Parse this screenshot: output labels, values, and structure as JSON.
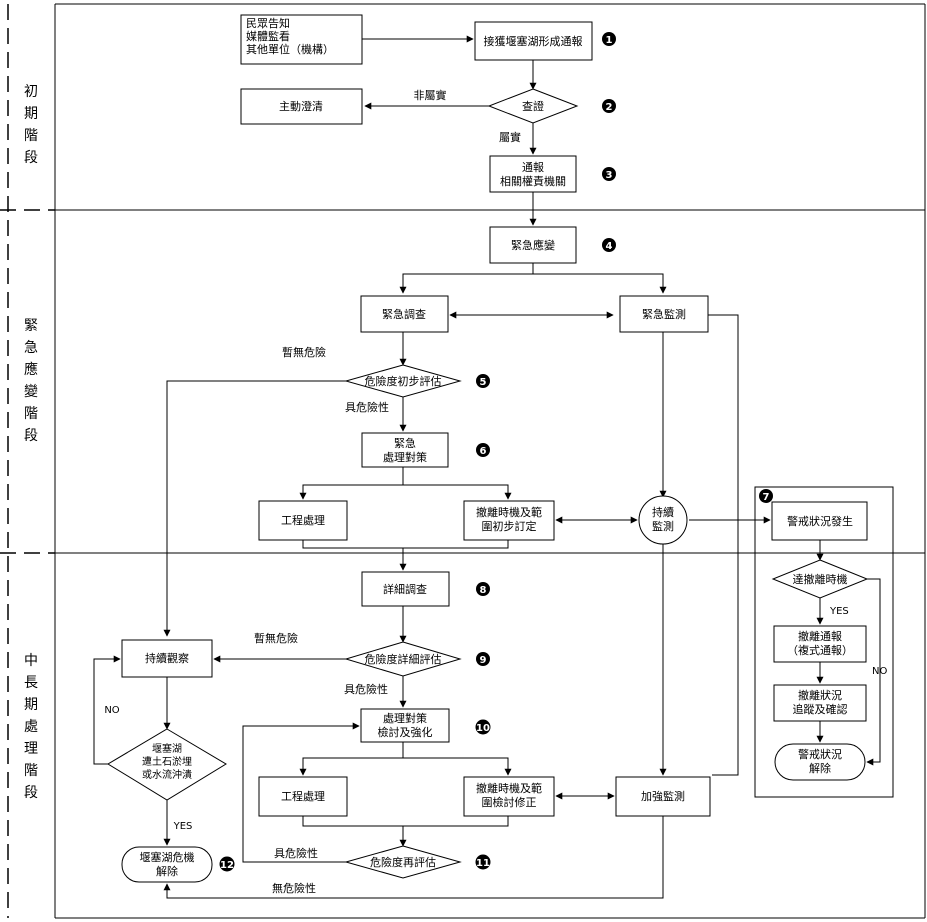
{
  "phases": {
    "initial": "初期階段",
    "emergency": "緊急應變階段",
    "longterm": "中長期處理階段"
  },
  "steps": {
    "public_report": [
      "民眾告知",
      "媒體監看",
      "其他單位（機構）"
    ],
    "receive_report": "接獲堰塞湖形成通報",
    "clarify": "主動澄清",
    "verify": "查證",
    "not_true": "非屬實",
    "true_label": "屬實",
    "notify": [
      "通報",
      "相關權責機關"
    ],
    "emergency_response": "緊急應變",
    "emergency_survey": "緊急調查",
    "emergency_monitor": "緊急監測",
    "no_danger_1": "暫無危險",
    "preliminary_assess": "危險度初步評估",
    "dangerous_1": "具危險性",
    "emergency_measures": [
      "緊急",
      "處理對策"
    ],
    "engineering_1": "工程處理",
    "evac_initial": [
      "撤離時機及範",
      "圍初步訂定"
    ],
    "continuous_monitor": [
      "持續",
      "監測"
    ],
    "detailed_survey": "詳細調查",
    "no_danger_2": "暫無危險",
    "continuous_observe": "持續觀察",
    "detailed_assess": "危險度詳細評估",
    "dangerous_2": "具危險性",
    "measures_review": [
      "處理對策",
      "檢討及強化"
    ],
    "no_label": "NO",
    "lake_check": [
      "堰塞湖",
      "遭土石淤埋",
      "或水流沖潰"
    ],
    "engineering_2": "工程處理",
    "evac_review": [
      "撤離時機及範",
      "圍檢討修正"
    ],
    "enhanced_monitor": "加強監測",
    "yes_label": "YES",
    "dangerous_3": "具危險性",
    "reassess": "危險度再評估",
    "crisis_lifted": [
      "堰塞湖危機",
      "解除"
    ],
    "not_dangerous": "無危險性",
    "alert_occurs": "警戒狀況發生",
    "reach_evac": "達撤離時機",
    "yes_label_2": "YES",
    "no_label_2": "NO",
    "evac_notice": [
      "撤離通報",
      "（複式通報）"
    ],
    "evac_track": [
      "撤離狀況",
      "追蹤及確認"
    ],
    "alert_lifted": [
      "警戒狀況",
      "解除"
    ]
  },
  "badges": [
    "1",
    "2",
    "3",
    "4",
    "5",
    "6",
    "7",
    "8",
    "9",
    "10",
    "11",
    "12"
  ]
}
